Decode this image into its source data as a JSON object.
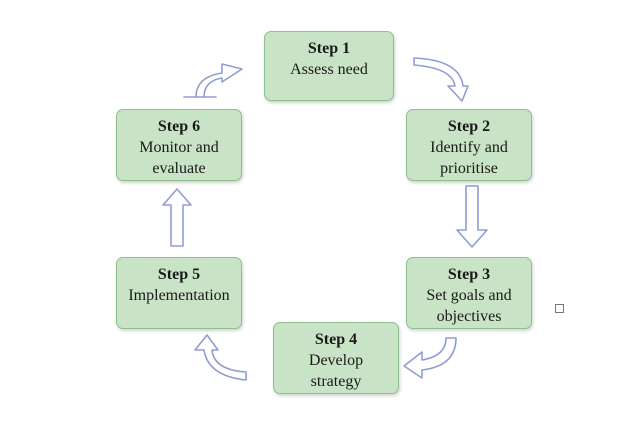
{
  "diagram": {
    "steps": [
      {
        "title": "Step 1",
        "desc": "Assess need"
      },
      {
        "title": "Step 2",
        "desc": "Identify and\nprioritise"
      },
      {
        "title": "Step 3",
        "desc": "Set goals and\nobjectives"
      },
      {
        "title": "Step 4",
        "desc": "Develop\nstrategy"
      },
      {
        "title": "Step 5",
        "desc": "Implementation"
      },
      {
        "title": "Step 6",
        "desc": "Monitor and\nevaluate"
      }
    ],
    "colors": {
      "box_fill": "#c9e3c6",
      "box_border": "#8fbf8c",
      "arrow_outline": "#8f9ed1"
    },
    "flow": "clockwise cycle"
  }
}
